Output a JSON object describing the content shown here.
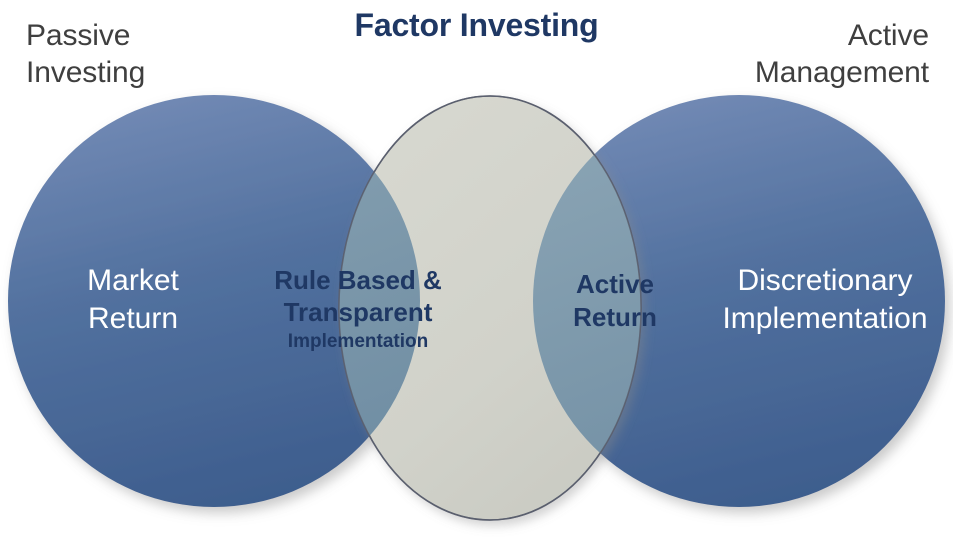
{
  "diagram": {
    "type": "venn",
    "title": "Factor Investing",
    "background_color": "#ffffff",
    "outer_labels": {
      "left": "Passive\nInvesting",
      "right": "Active\nManagement"
    },
    "regions": [
      {
        "id": "left-circle",
        "label": "Market\nReturn",
        "text_color": "#ffffff",
        "fill_start": "#6e8bb5",
        "fill_end": "#3f5f8f"
      },
      {
        "id": "left-overlap",
        "label": "Rule Based &\nTransparent",
        "sublabel": "Implementation",
        "text_color": "#1f3864",
        "fill": "#7d9bad"
      },
      {
        "id": "center-ellipse",
        "label": "",
        "fill": "#d2d3cb",
        "stroke": "#5a5f6e"
      },
      {
        "id": "right-overlap",
        "label": "Active\nReturn",
        "text_color": "#1f3864",
        "fill": "#7d9bad"
      },
      {
        "id": "right-circle",
        "label": "Discretionary\nImplementation",
        "text_color": "#ffffff",
        "fill_start": "#6e8bb5",
        "fill_end": "#3f5f8f"
      }
    ],
    "colors": {
      "title": "#1f3864",
      "outer_label": "#3f3f3f",
      "circle_blue": "#4f6fa0",
      "overlap_blue": "#7d9bad",
      "center_gray": "#d2d3cb",
      "inner_text_light": "#ffffff",
      "inner_text_dark": "#1f3864"
    }
  }
}
